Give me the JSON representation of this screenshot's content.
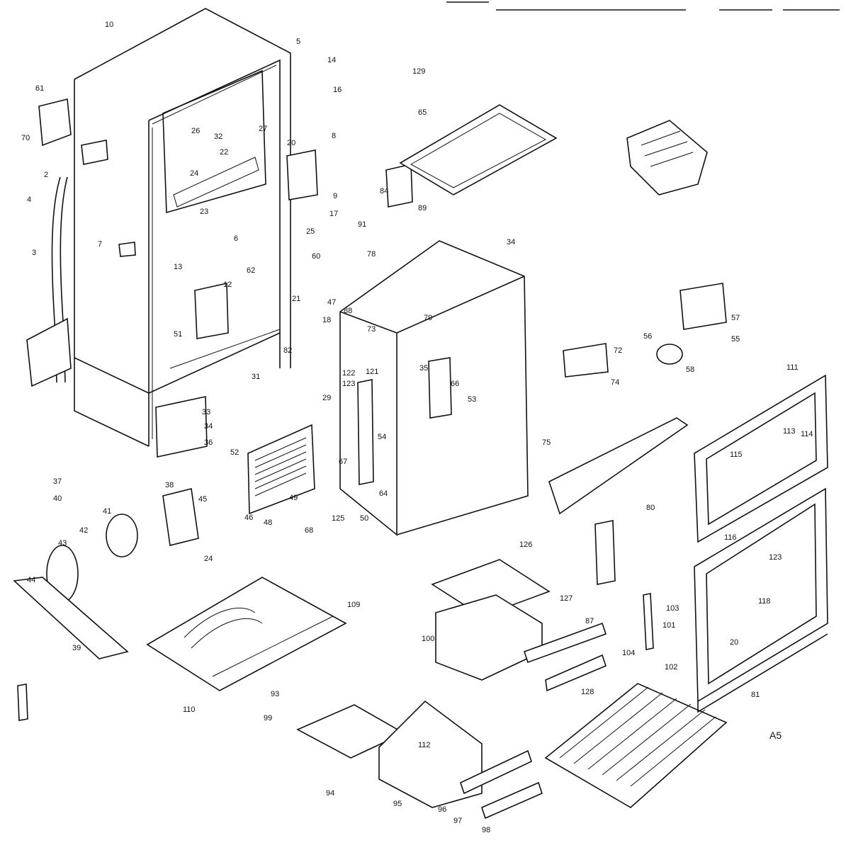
{
  "diagram": {
    "corner_mark": "A5",
    "labels": [
      "10",
      "5",
      "14",
      "129",
      "61",
      "70",
      "2",
      "26",
      "27",
      "32",
      "22",
      "20",
      "16",
      "8",
      "24",
      "23",
      "9",
      "17",
      "25",
      "3",
      "4",
      "7",
      "6",
      "13",
      "12",
      "62",
      "60",
      "21",
      "47",
      "18",
      "82",
      "51",
      "31",
      "33",
      "34",
      "36",
      "52",
      "29",
      "37",
      "38",
      "40",
      "41",
      "42",
      "43",
      "44",
      "39",
      "45",
      "24",
      "46",
      "48",
      "49",
      "68",
      "125",
      "50",
      "64",
      "67",
      "88",
      "73",
      "79",
      "121",
      "122",
      "123",
      "66",
      "53",
      "54",
      "91",
      "89",
      "84",
      "65",
      "35",
      "34",
      "78",
      "75",
      "72",
      "74",
      "80",
      "57",
      "55",
      "56",
      "58",
      "111",
      "113",
      "114",
      "115",
      "116",
      "118",
      "123",
      "20",
      "81",
      "126",
      "127",
      "87",
      "100",
      "103",
      "101",
      "104",
      "102",
      "128",
      "109",
      "110",
      "93",
      "99",
      "112",
      "94",
      "95",
      "96",
      "97",
      "98"
    ]
  }
}
